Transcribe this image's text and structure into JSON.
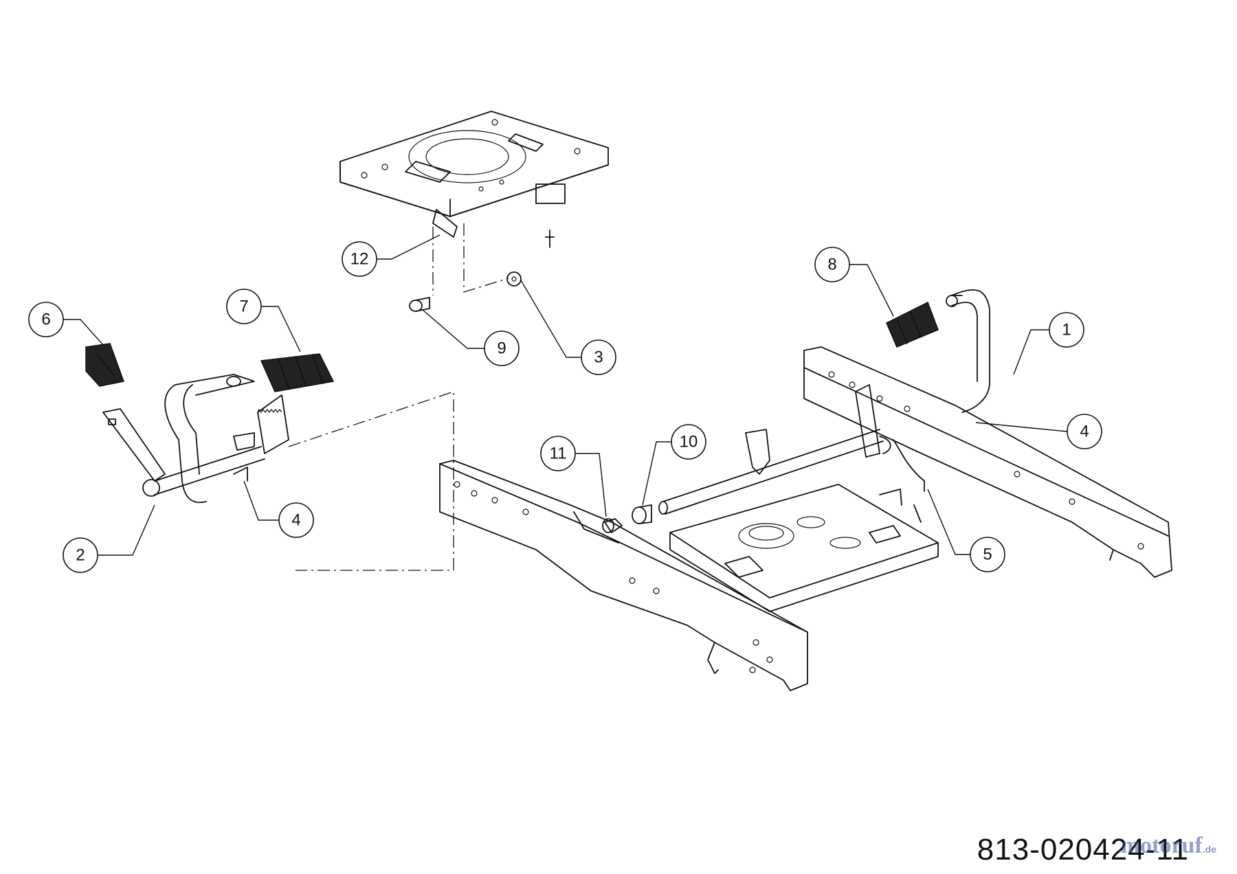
{
  "diagram": {
    "callouts": [
      {
        "label": "1"
      },
      {
        "label": "2"
      },
      {
        "label": "3"
      },
      {
        "label": "4"
      },
      {
        "label": "4"
      },
      {
        "label": "5"
      },
      {
        "label": "6"
      },
      {
        "label": "7"
      },
      {
        "label": "8"
      },
      {
        "label": "9"
      },
      {
        "label": "10"
      },
      {
        "label": "11"
      },
      {
        "label": "12"
      }
    ],
    "drawing_number": "813-020424-11",
    "watermark": "motoruf",
    "watermark_tld": ".de"
  }
}
